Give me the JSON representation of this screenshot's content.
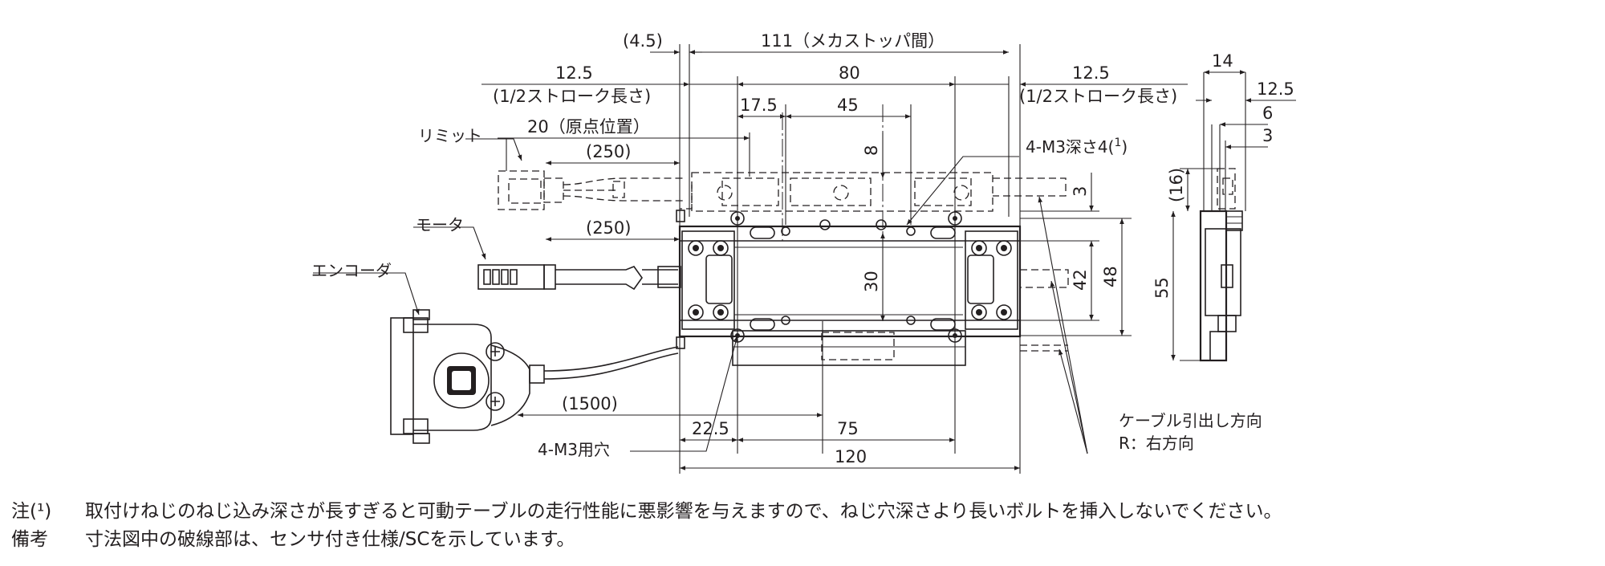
{
  "dimensions": {
    "d4_5": "(4.5)",
    "d111": "111（メカストッパ間）",
    "d12_5_left": "12.5",
    "half_stroke_left": "(1/2ストローク長さ)",
    "d80": "80",
    "d12_5_right": "12.5",
    "half_stroke_right": "(1/2ストローク長さ)",
    "d17_5": "17.5",
    "d45": "45",
    "d20": "20（原点位置）",
    "d8": "8",
    "d250_top": "(250)",
    "d3_mid": "3",
    "d250_mid": "(250)",
    "d30": "30",
    "d42": "42",
    "d48": "48",
    "d1500": "(1500)",
    "d22_5": "22.5",
    "d75": "75",
    "d120": "120",
    "side_14": "14",
    "side_12_5": "12.5",
    "side_6": "6",
    "side_3": "3",
    "side_16": "(16)",
    "side_55": "55"
  },
  "labels": {
    "limit": "リミット",
    "motor": "モータ",
    "encoder": "エンコーダ",
    "tap_holes_prefix": "4-M3深さ4(",
    "tap_holes_sup": "1",
    "tap_holes_suffix": ")",
    "mount_holes": "4-M3用穴",
    "cable_direction": "ケーブル引出し方向",
    "cable_direction_r": "R：右方向"
  },
  "notes": {
    "note1_key": "注(¹)",
    "note1_text": "取付けねじのねじ込み深さが長すぎると可動テーブルの走行性能に悪影響を与えますので、ねじ穴深さより長いボルトを挿入しないでください。",
    "note2_key": "備考",
    "note2_text": "寸法図中の破線部は、センサ付き仕様/SCを示しています。"
  }
}
